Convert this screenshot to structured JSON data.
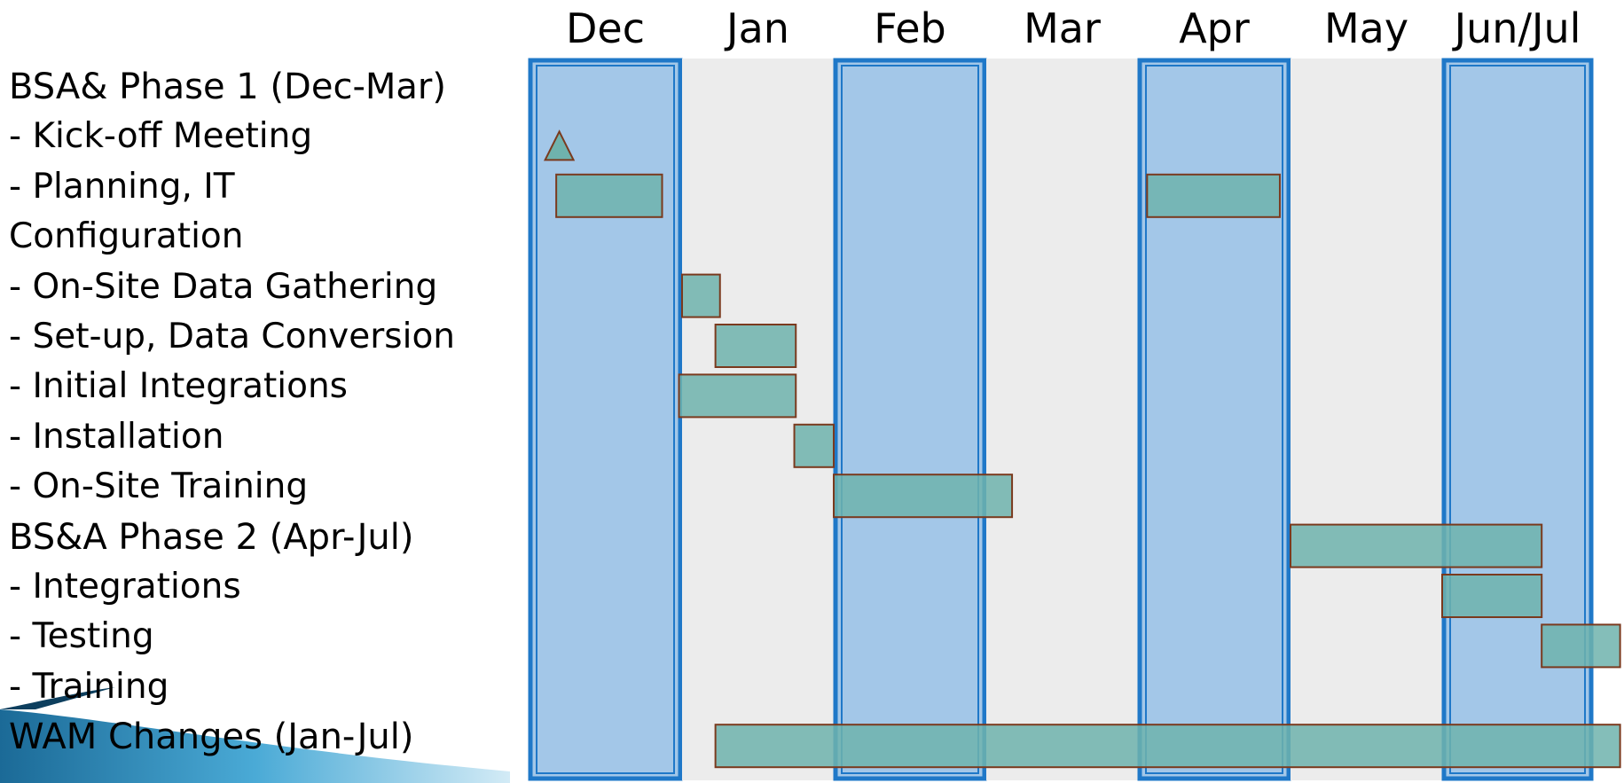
{
  "chart_data": {
    "type": "gantt",
    "months": [
      "Dec",
      "Jan",
      "Feb",
      "Mar",
      "Apr",
      "May",
      "Jun/Jul"
    ],
    "colors": {
      "shaded_column": "#a3c7e8",
      "plain_column": "#ececec",
      "column_border": "#1f78c8",
      "bar_fill_light": "#6fb3ad",
      "bar_fill_dark": "#4aa0b3",
      "bar_stroke": "#7a3a1e"
    },
    "rows": [
      {
        "label": "BSA& Phase 1 (Dec-Mar)",
        "heading": true
      },
      {
        "label": " - Kick-off Meeting",
        "milestone": 0.2
      },
      {
        "label": " - Planning, IT",
        "tasks": [
          [
            0.18,
            0.87
          ],
          [
            4.06,
            4.93
          ]
        ]
      },
      {
        "label": "Configuration"
      },
      {
        "label": " - On-Site Data Gathering",
        "tasks": [
          [
            1.0,
            1.25
          ]
        ]
      },
      {
        "label": " - Set-up, Data Conversion",
        "tasks": [
          [
            1.22,
            1.75
          ]
        ]
      },
      {
        "label": " - Initial Integrations",
        "tasks": [
          [
            0.98,
            1.75
          ]
        ]
      },
      {
        "label": " - Installation",
        "tasks": [
          [
            1.74,
            2.0
          ]
        ]
      },
      {
        "label": " - On-Site Training",
        "tasks": [
          [
            2.0,
            3.17
          ]
        ]
      },
      {
        "label": "BS&A Phase 2 (Apr-Jul)",
        "heading": true,
        "tasks": [
          [
            5.0,
            6.66
          ]
        ]
      },
      {
        "label": " - Integrations",
        "tasks": [
          [
            6.0,
            6.66
          ]
        ]
      },
      {
        "label": " - Testing",
        "tasks": [
          [
            6.66,
            7.18
          ]
        ]
      },
      {
        "label": " - Training"
      },
      {
        "label": "WAM Changes (Jan-Jul)",
        "heading": true,
        "tasks": [
          [
            1.22,
            7.18
          ]
        ]
      }
    ]
  }
}
